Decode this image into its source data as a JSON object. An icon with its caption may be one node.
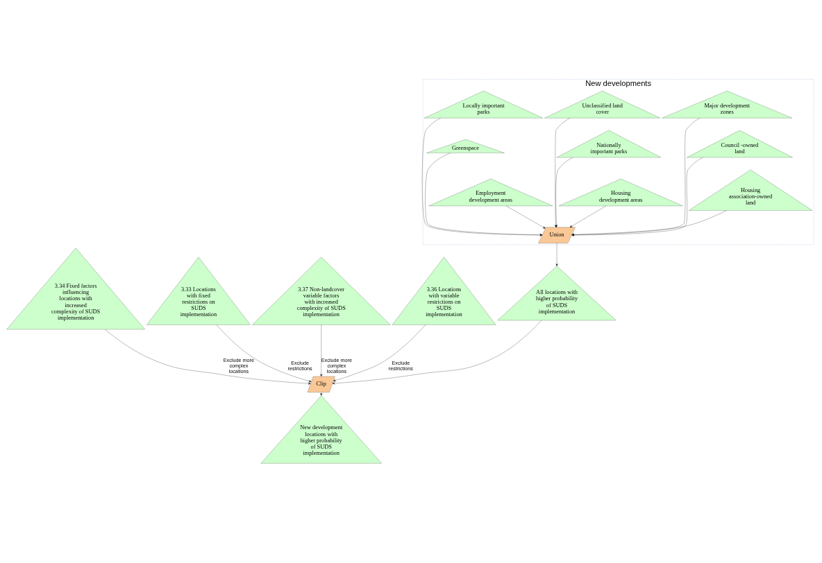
{
  "diagram": {
    "nodes": [
      {
        "text": [
          "New developments"
        ]
      },
      {
        "text": [
          "Housing association-owned land"
        ],
        "in": 0
      },
      {
        "text": [
          "Council -owned land"
        ],
        "in": 0
      },
      {
        "text": [
          "Major development zones"
        ],
        "in": 0
      },
      {
        "text": [
          "Housing development areas"
        ],
        "in": 0
      },
      {
        "text": [
          "Nationally important parks"
        ],
        "in": 0
      },
      {
        "text": [
          "Unclassified land cover"
        ],
        "in": 0
      },
      {
        "text": [
          "Employment development areas"
        ],
        "in": 0
      },
      {
        "text": [
          "Greenspace"
        ],
        "in": 0
      },
      {
        "text": [
          "Locally important parks"
        ],
        "in": 0
      },
      {
        "text": [
          "Union"
        ],
        "in": 0
      },
      {
        "text": [
          "All locations with higher probability of SUDS implementation"
        ]
      },
      {
        "text": [
          "3.34 Fixed factors influencing locations with increased complexity of SUDS implementation"
        ]
      },
      {
        "text": [
          "3.33 Locations with fixed restrictions on SUDS implementation"
        ]
      },
      {
        "text": [
          "3.37 Non-landcover variable factors with increased complexity of SUDS implementation"
        ]
      },
      {
        "text": [
          "Clip"
        ]
      },
      {
        "text": [
          "3.36 Locations with variable restrictions on SUDS implementation"
        ]
      },
      {
        "text": [
          "New development locations with higher probability of SUDS implementation"
        ]
      }
    ],
    "edges": [
      {
        "from": 1,
        "to": 10,
        "arrow": "to"
      },
      {
        "from": 2,
        "to": 10,
        "arrow": "to"
      },
      {
        "from": 3,
        "to": 10,
        "arrow": "to"
      },
      {
        "from": 4,
        "to": 10,
        "arrow": "to"
      },
      {
        "from": 5,
        "to": 10,
        "arrow": "to"
      },
      {
        "from": 6,
        "to": 10,
        "arrow": "to"
      },
      {
        "from": 7,
        "to": 10,
        "arrow": "to"
      },
      {
        "from": 8,
        "to": 10,
        "arrow": "to"
      },
      {
        "from": 9,
        "to": 10,
        "arrow": "to"
      },
      {
        "from": 10,
        "to": 11,
        "arrow": "to"
      },
      {
        "from": 11,
        "to": 15,
        "arrow": "to"
      },
      {
        "from": 12,
        "to": 15,
        "arrow": "to",
        "label": "Exclude more complex locations"
      },
      {
        "from": 13,
        "to": 15,
        "arrow": "to",
        "label": "Exclude restrictions"
      },
      {
        "from": 14,
        "to": 15,
        "arrow": "to",
        "label": "Exclude more complex locations"
      },
      {
        "from": 16,
        "to": 15,
        "arrow": "to",
        "label": "Exclude restrictions"
      },
      {
        "from": 15,
        "to": 17,
        "arrow": "to"
      }
    ]
  }
}
